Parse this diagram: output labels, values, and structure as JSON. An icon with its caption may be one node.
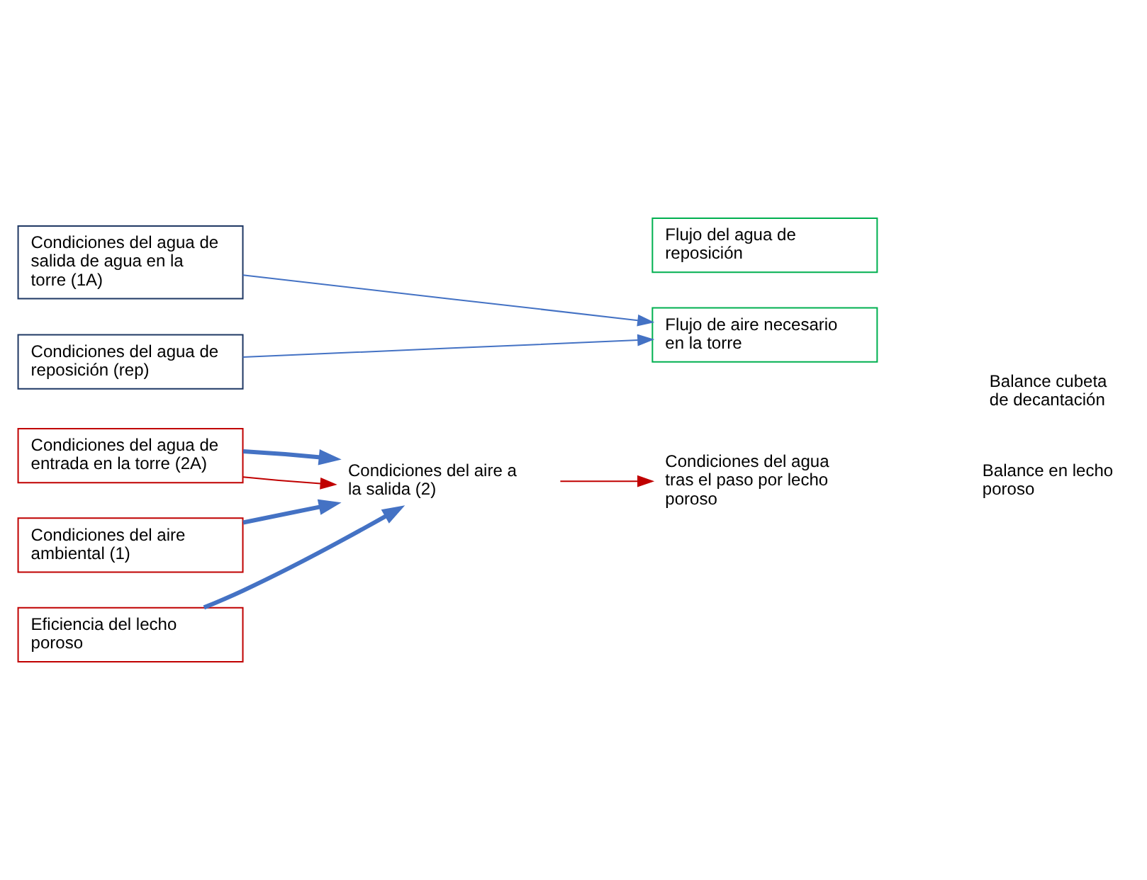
{
  "diagram": {
    "nodes": [
      {
        "text": [
          "Condiciones del agua de entrada en la torre (2A)"
        ]
      },
      {
        "text": [
          "Condiciones del aire ambiental (1)"
        ]
      },
      {
        "text": [
          "Eficiencia del lecho poroso"
        ]
      },
      {
        "text": [
          "Condiciones del aire a la salida (2)"
        ]
      },
      {
        "text": [
          "Condiciones del agua tras el paso por lecho poroso"
        ]
      },
      {
        "text": [
          "Condiciones del agua de salida de agua en la torre (1A)"
        ]
      },
      {
        "text": [
          "Condiciones del agua de reposición (rep)"
        ]
      },
      {
        "text": [
          "Flujo de aire necesario en la torre"
        ]
      },
      {
        "text": [
          "Flujo del agua de reposición"
        ]
      }
    ],
    "edges": [
      {
        "from": 0,
        "to": 3,
        "arrow": "to",
        "color": "#c00000"
      },
      {
        "from": 0,
        "to": 3,
        "arrow": "to",
        "style": "thick",
        "color": "#4472c4"
      },
      {
        "from": 1,
        "to": 3,
        "arrow": "to",
        "style": "thick",
        "color": "#4472c4"
      },
      {
        "from": 2,
        "to": 3,
        "arrow": "to",
        "style": "thick",
        "color": "#4472c4"
      },
      {
        "from": 3,
        "to": 4,
        "arrow": "to",
        "color": "#c00000"
      },
      {
        "from": 5,
        "to": 7,
        "arrow": "to",
        "color": "#4472c4"
      },
      {
        "from": 6,
        "to": 7,
        "arrow": "to",
        "color": "#4472c4"
      }
    ],
    "labels": [
      "Balance en lecho poroso",
      "Balance cubeta de decantación"
    ]
  }
}
